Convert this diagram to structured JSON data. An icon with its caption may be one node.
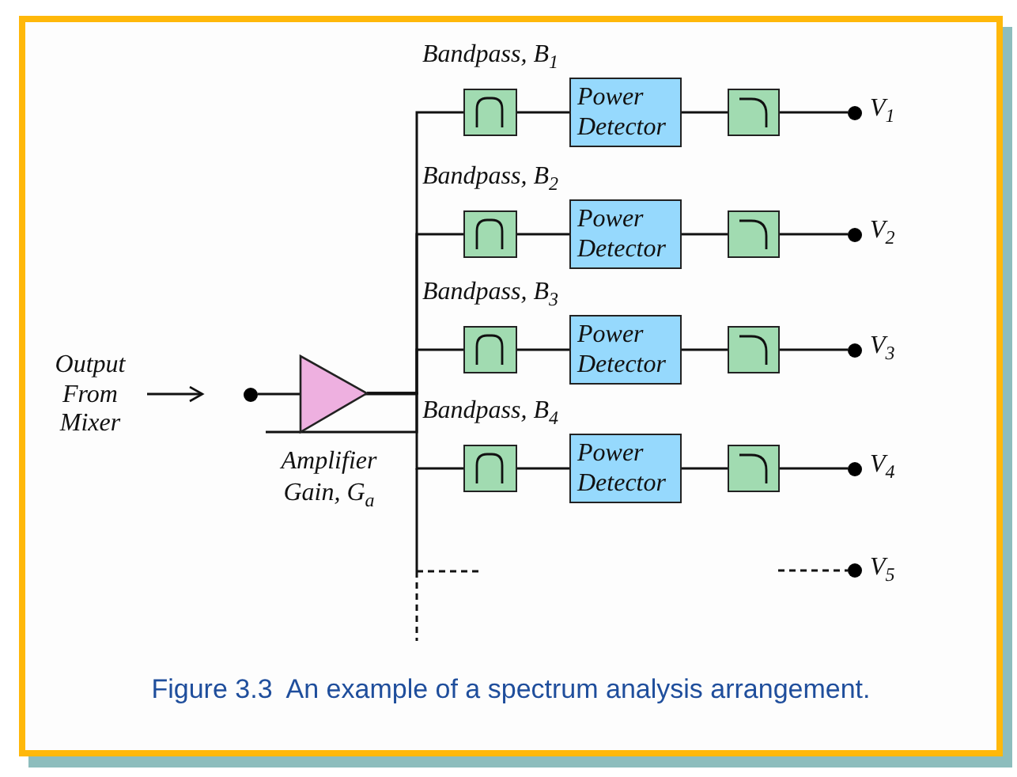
{
  "diagram": {
    "caption": "Figure 3.3  An example of a spectrum analysis arrangement.",
    "nodes": [
      {
        "text": [
          "Output From Mixer"
        ]
      },
      {
        "text": [],
        "shape": "circle"
      },
      {
        "text": [
          "Amplifier Gain, G$_{a}$"
        ]
      },
      {
        "text": [],
        "shape": "box",
        "beside": [
          "Bandpass, B$_{1}$"
        ]
      },
      {
        "text": [
          "Power Detector"
        ]
      },
      {
        "text": [],
        "shape": "box"
      },
      {
        "text": [],
        "shape": "circle",
        "beside": [
          "V$_{1}$"
        ]
      },
      {
        "text": [],
        "shape": "box",
        "beside": [
          "Bandpass, B$_{2}$"
        ]
      },
      {
        "text": [
          "Power Detector"
        ]
      },
      {
        "text": [],
        "shape": "box"
      },
      {
        "text": [],
        "shape": "circle",
        "beside": [
          "V$_{2}$"
        ]
      },
      {
        "text": [],
        "shape": "box",
        "beside": [
          "Bandpass, B$_{3}$"
        ]
      },
      {
        "text": [
          "Power Detector"
        ]
      },
      {
        "text": [],
        "shape": "box"
      },
      {
        "text": [],
        "shape": "circle",
        "beside": [
          "V$_{3}$"
        ]
      },
      {
        "text": [],
        "shape": "box",
        "beside": [
          "Bandpass, B$_{4}$"
        ]
      },
      {
        "text": [
          "Power Detector"
        ]
      },
      {
        "text": [],
        "shape": "box"
      },
      {
        "text": [],
        "shape": "circle",
        "beside": [
          "V$_{4}$"
        ]
      },
      {
        "text": [],
        "shape": "circle",
        "beside": [
          "V$_{5}$"
        ]
      }
    ],
    "edges": [
      {
        "from": 0,
        "to": 1,
        "arrow": "to"
      },
      {
        "from": 1,
        "to": 2,
        "arrow": "none"
      },
      {
        "from": 2,
        "to": 3,
        "arrow": "none"
      },
      {
        "from": 2,
        "to": 7,
        "arrow": "none"
      },
      {
        "from": 2,
        "to": 11,
        "arrow": "none"
      },
      {
        "from": 2,
        "to": 15,
        "arrow": "none"
      },
      {
        "from": 3,
        "to": 4,
        "arrow": "none"
      },
      {
        "from": 4,
        "to": 5,
        "arrow": "none"
      },
      {
        "from": 5,
        "to": 6,
        "arrow": "none"
      },
      {
        "from": 7,
        "to": 8,
        "arrow": "none"
      },
      {
        "from": 8,
        "to": 9,
        "arrow": "none"
      },
      {
        "from": 9,
        "to": 10,
        "arrow": "none"
      },
      {
        "from": 11,
        "to": 12,
        "arrow": "none"
      },
      {
        "from": 12,
        "to": 13,
        "arrow": "none"
      },
      {
        "from": 13,
        "to": 14,
        "arrow": "none"
      },
      {
        "from": 15,
        "to": 16,
        "arrow": "none"
      },
      {
        "from": 16,
        "to": 17,
        "arrow": "none"
      },
      {
        "from": 17,
        "to": 18,
        "arrow": "none"
      },
      {
        "from": null,
        "to": 19,
        "arrow": "none",
        "style": "dashed"
      }
    ]
  }
}
